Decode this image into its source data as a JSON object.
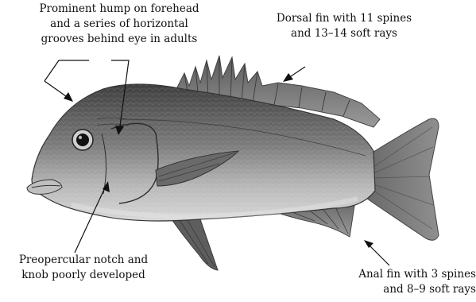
{
  "labels": {
    "forehead": {
      "line1": "Prominent hump on forehead",
      "line2": "and a series of horizontal",
      "line3": "grooves behind eye in adults"
    },
    "dorsal": {
      "line1": "Dorsal fin with 11 spines",
      "line2": "and 13–14 soft rays"
    },
    "preopercular": {
      "line1": "Preopercular notch and",
      "line2": "knob poorly developed"
    },
    "anal": {
      "line1": "Anal fin with 3 spines",
      "line2": "and 8–9 soft rays"
    }
  },
  "colors": {
    "ink": "#111111",
    "body_dark": "#4a4a4a",
    "body_mid": "#8a8a8a",
    "body_light": "#cfcfcf",
    "fin": "#6e6e6e"
  }
}
